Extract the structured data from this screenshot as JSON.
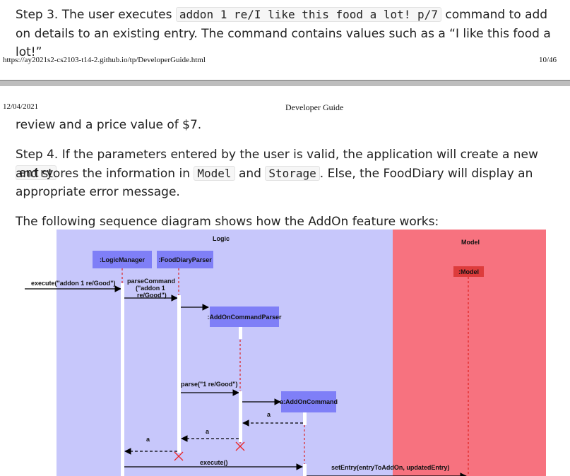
{
  "page1": {
    "step3": {
      "prefix": "Step 3. The user executes ",
      "code": "addon 1 re/I like this food a lot! p/7",
      "suffix": " command to add",
      "line2": "on details to an existing entry. The command contains values such as a “I like this food a lot!”"
    },
    "footer_url": "https://ay2021s2-cs2103-t14-2.github.io/tp/DeveloperGuide.html",
    "footer_page": "10/46"
  },
  "page2": {
    "header_date": "12/04/2021",
    "header_title": "Developer Guide",
    "cont_line": "review and a price value of $7.",
    "step4": {
      "t1": "Step 4. If the parameters entered by the user is valid, the application will create a new ",
      "c1": "entry",
      "t2": "and stores the information in ",
      "c2": "Model",
      "t3": " and ",
      "c3": "Storage",
      "t4": ". Else, the FoodDiary will display an",
      "t5": "appropriate error message."
    },
    "intro": "The following sequence diagram shows how the AddOn feature works:"
  },
  "diagram": {
    "colors": {
      "logic_lane": "#c7c7fb",
      "model_lane": "#f7727f",
      "participant": "#7f7ff7",
      "model_participant": "#dd3c3c"
    },
    "lane_logic": "Logic",
    "lane_model": "Model",
    "participants": {
      "logic_manager": ":LogicManager",
      "parser": ":FoodDiaryParser",
      "addon_parser": ":AddOnCommandParser",
      "addon_command": "a:AddOnCommand",
      "model": ":Model"
    },
    "messages": {
      "execute_in": "execute(\"addon 1 re/Good\")",
      "parse_command_1": "parseCommand",
      "parse_command_2": "(\"addon 1",
      "parse_command_3": "re/Good\")",
      "parse": "parse(\"1  re/Good\")",
      "return_a1": "a",
      "return_a2": "a",
      "return_a3": "a",
      "execute": "execute()",
      "set_entry": "setEntry(entryToAddOn, updatedEntry)"
    }
  }
}
